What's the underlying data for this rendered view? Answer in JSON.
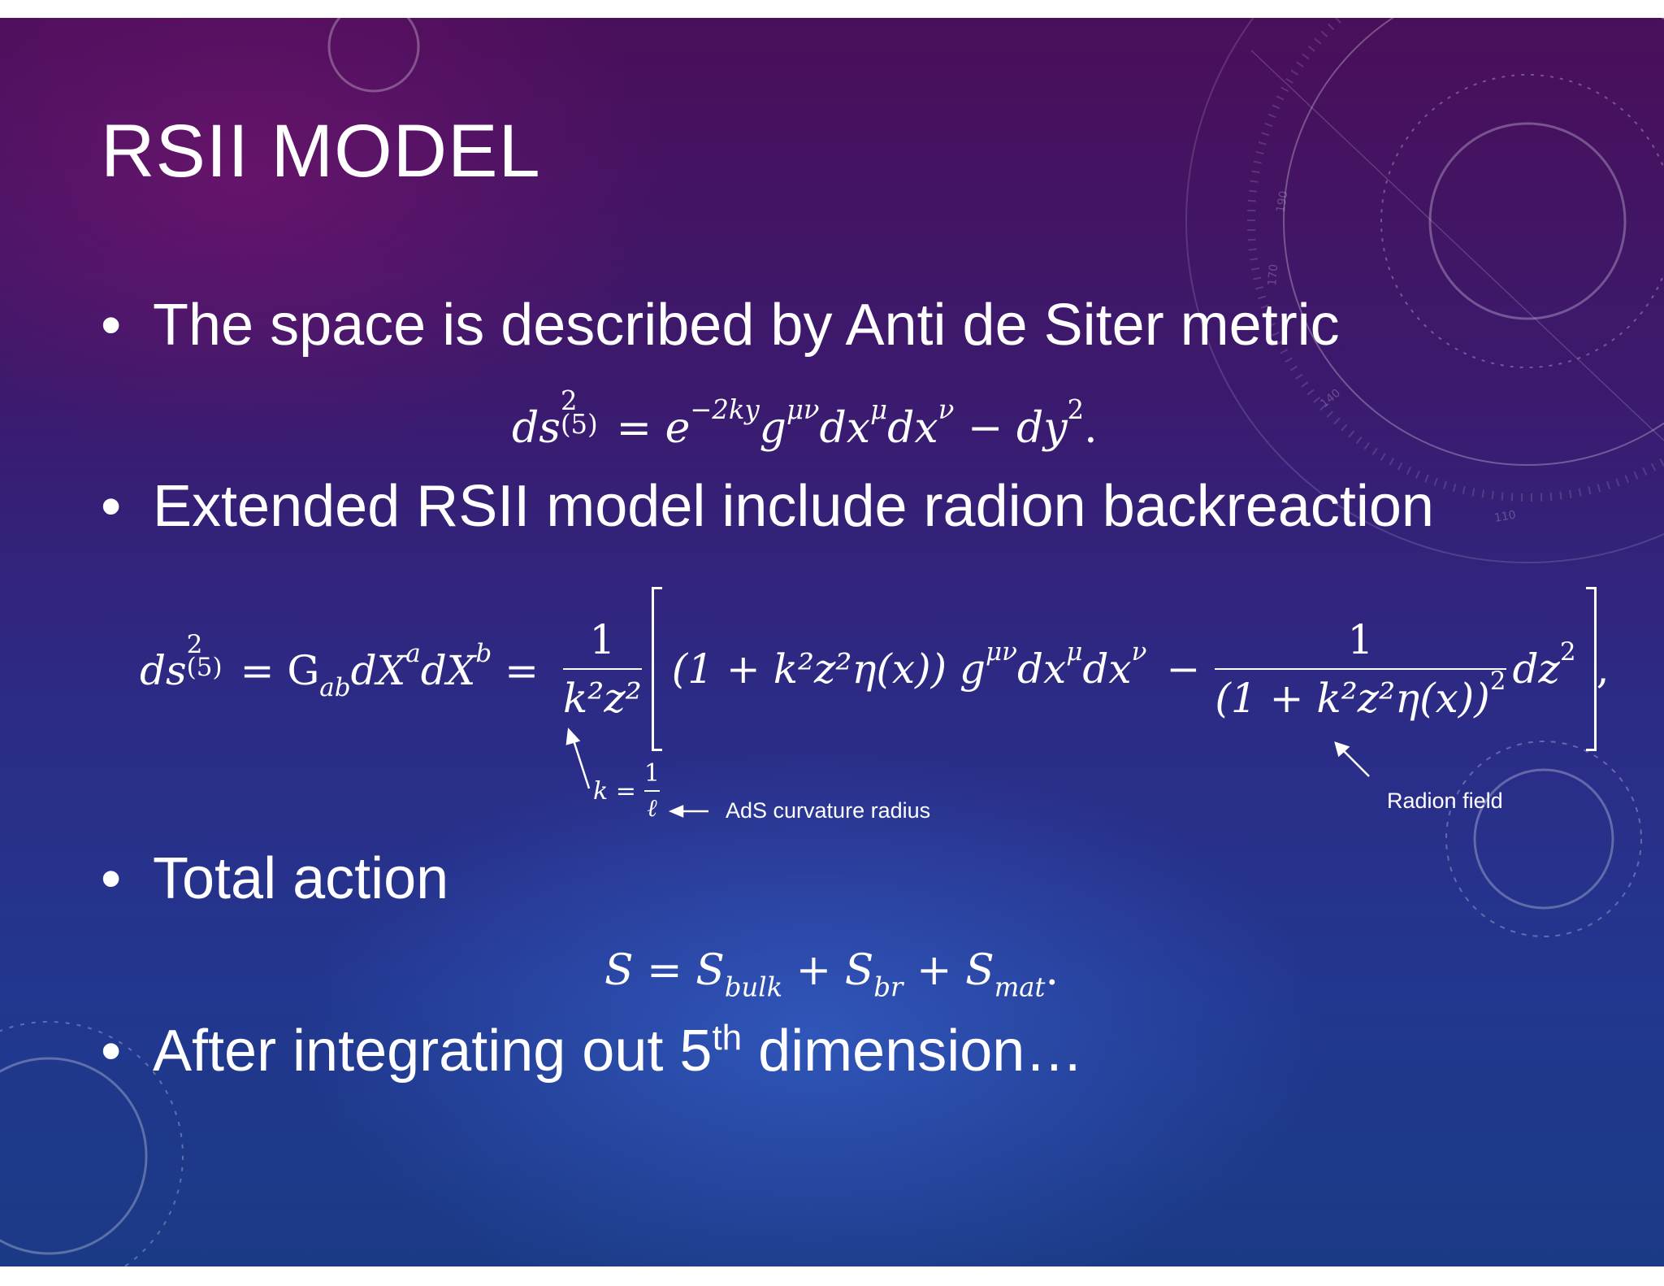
{
  "slide": {
    "title": "RSII MODEL",
    "bullets": [
      {
        "text": "The space is described by Anti de Siter metric"
      },
      {
        "text": "Extended RSII model include radion backreaction"
      },
      {
        "text": "Total action"
      },
      {
        "text": "After integrating out 5",
        "sup": "th",
        "tail": " dimension…"
      }
    ],
    "bullet_symbol": "•",
    "equations": {
      "metric_lhs": "ds",
      "metric_sup": "2",
      "metric_sub": "(5)",
      "metric_rhs_1": " = e",
      "metric_exp": "−2ky",
      "metric_rhs_2": "g",
      "metric_g_sup": "μν",
      "metric_rhs_3": "dx",
      "metric_mu": "μ",
      "metric_rhs_4": "dx",
      "metric_nu": "ν",
      "metric_rhs_5": " − dy",
      "metric_rhs_6": ".",
      "ext_lhs": "ds",
      "ext_lhs_sup": "2",
      "ext_lhs_sub": "(5)",
      "ext_eq1": " = G",
      "ext_gsub": "ab",
      "ext_dX": "dX",
      "ext_a": "a",
      "ext_dX2": "dX",
      "ext_b": "b",
      "ext_eq2": " =",
      "ext_frac1_num": "1",
      "ext_frac1_den": "k²z²",
      "ext_term1": "(1 + k²z²η(x)) g",
      "ext_term1_sup": "μν",
      "ext_term1b": "dx",
      "ext_term1_mu": "μ",
      "ext_term1c": "dx",
      "ext_term1_nu": "ν",
      "ext_minus": "−",
      "ext_frac2_num": "1",
      "ext_frac2_den": "(1 + k²z²η(x))",
      "ext_frac2_den_sup": "2",
      "ext_dz": "dz",
      "ext_dz_sup": "2",
      "ext_comma": ",",
      "k_def_lhs": "k =",
      "k_def_num": "1",
      "k_def_den": "ℓ",
      "action_S": "S = S",
      "action_bulk": "bulk",
      "action_plus1": " + S",
      "action_br": "br",
      "action_plus2": " + S",
      "action_mat": "mat",
      "action_end": "."
    },
    "annotations": {
      "ads_label": "AdS curvature radius",
      "radion_label": "Radion field"
    }
  }
}
